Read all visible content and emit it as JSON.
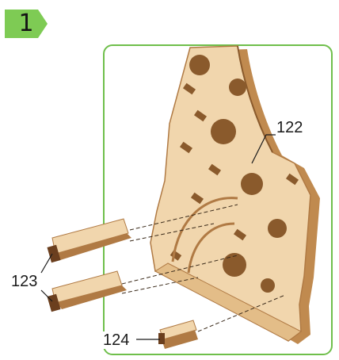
{
  "step": {
    "number": "1"
  },
  "parts": {
    "side_panel": {
      "label": "122"
    },
    "long_pegs": {
      "label": "123"
    },
    "small_block": {
      "label": "124"
    }
  },
  "colors": {
    "badge_green": "#7ecb54",
    "frame_green": "#6fbf4b",
    "wood_light": "#f1d6ad",
    "wood_mid": "#e3bd88",
    "wood_edge": "#b07a44",
    "wood_dark": "#6b3f1e"
  }
}
